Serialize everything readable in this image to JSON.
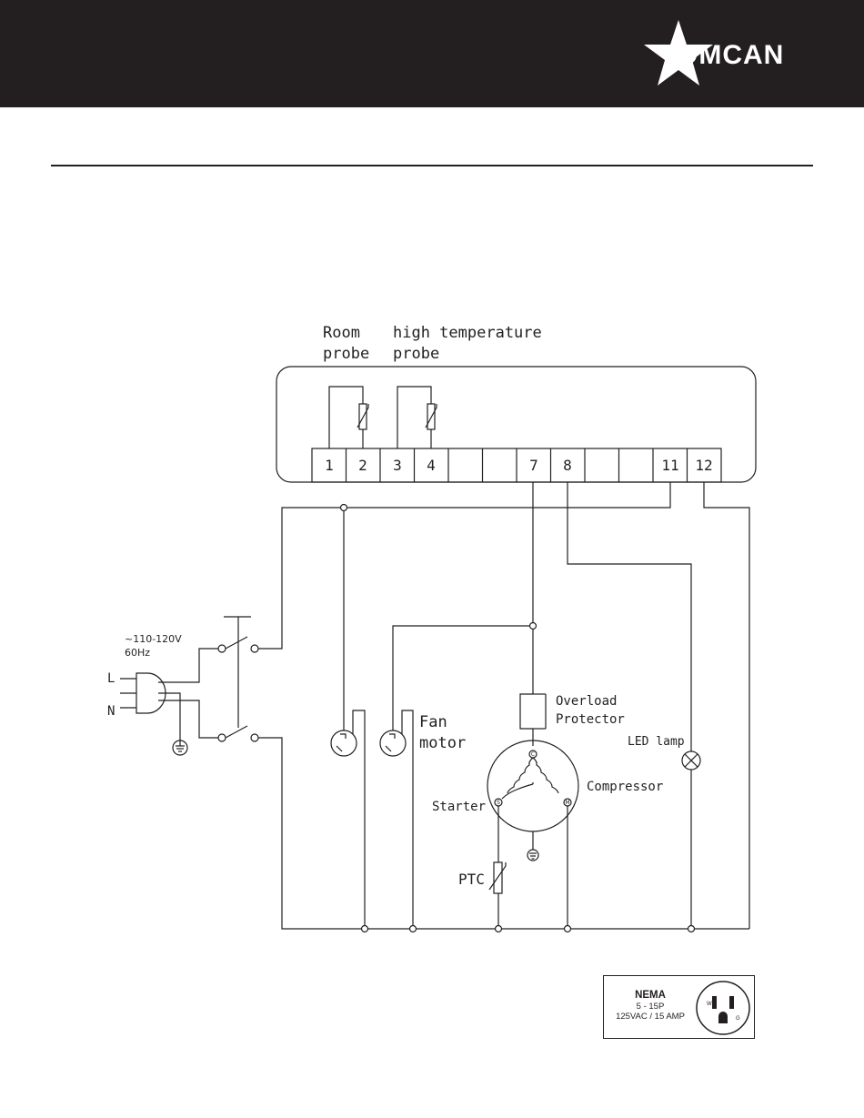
{
  "brand": {
    "logo_text": "OMCAN"
  },
  "diagram": {
    "probes": {
      "room_line1": "Room",
      "room_line2": "probe",
      "high_line1": "high temperature",
      "high_line2": "probe"
    },
    "terminals": [
      "1",
      "2",
      "3",
      "4",
      "",
      "",
      "7",
      "8",
      "",
      "",
      "11",
      "12"
    ],
    "supply": {
      "voltage": "~110-120V",
      "frequency": "60Hz",
      "line": "L",
      "neutral": "N"
    },
    "components": {
      "fan_line1": "Fan",
      "fan_line2": "motor",
      "overload_line1": "Overload",
      "overload_line2": "Protector",
      "compressor": "Compressor",
      "starter": "Starter",
      "ptc": "PTC",
      "led_lamp": "LED lamp",
      "compressor_c": "C",
      "compressor_s": "S",
      "compressor_m": "M"
    }
  },
  "nema": {
    "title": "NEMA",
    "type": "5 - 15P",
    "rating": "125VAC / 15 AMP",
    "pin_w": "W",
    "pin_g": "G"
  },
  "colors": {
    "header_bg": "#231f20",
    "ink": "#231f20",
    "background": "#ffffff"
  }
}
